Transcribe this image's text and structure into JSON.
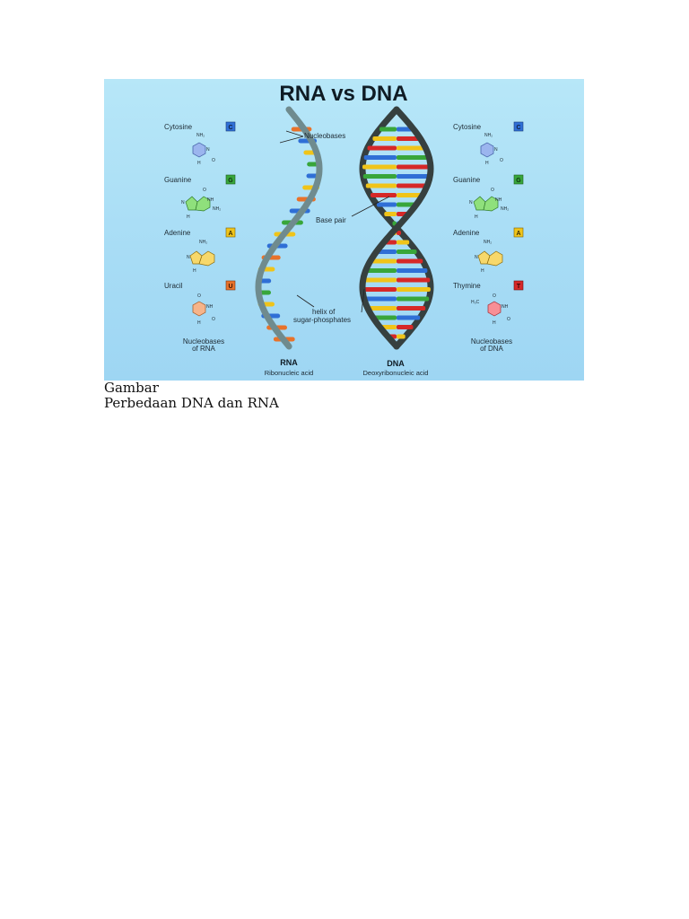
{
  "figure": {
    "title": "RNA vs DNA",
    "left_panel": {
      "bases": [
        {
          "name": "Cytosine",
          "letter": "C",
          "color": "#2f6fd6"
        },
        {
          "name": "Guanine",
          "letter": "G",
          "color": "#38a63a"
        },
        {
          "name": "Adenine",
          "letter": "A",
          "color": "#f0c419"
        },
        {
          "name": "Uracil",
          "letter": "U",
          "color": "#e8722a"
        }
      ],
      "footer": [
        "Nucleobases",
        "of RNA"
      ]
    },
    "right_panel": {
      "bases": [
        {
          "name": "Cytosine",
          "letter": "C",
          "color": "#2f6fd6"
        },
        {
          "name": "Guanine",
          "letter": "G",
          "color": "#38a63a"
        },
        {
          "name": "Adenine",
          "letter": "A",
          "color": "#f0c419"
        },
        {
          "name": "Thymine",
          "letter": "T",
          "color": "#d62828"
        }
      ],
      "footer": [
        "Nucleobases",
        "of DNA"
      ]
    },
    "annotations": {
      "nucleobases": "Nucleobases",
      "base_pair": "Base pair",
      "helix_line1": "helix of",
      "helix_line2": "sugar-phosphates"
    },
    "rna_label": "RNA",
    "rna_sub": "Ribonucleic acid",
    "dna_label": "DNA",
    "dna_sub": "Deoxyribonucleic acid",
    "chem": {
      "nh2": "NH₂",
      "nh": "NH",
      "n": "N",
      "h": "H",
      "o": "O",
      "h3c": "H₃C"
    },
    "colors": {
      "cytosine": "#2f6fd6",
      "guanine": "#38a63a",
      "adenine": "#f0c419",
      "uracil": "#e8722a",
      "thymine": "#d62828",
      "rna_backbone": "#6f8b8e",
      "dna_backbone": "#36403f"
    }
  },
  "caption": {
    "line1": "Gambar",
    "line2": "Perbedaan DNA dan RNA"
  }
}
